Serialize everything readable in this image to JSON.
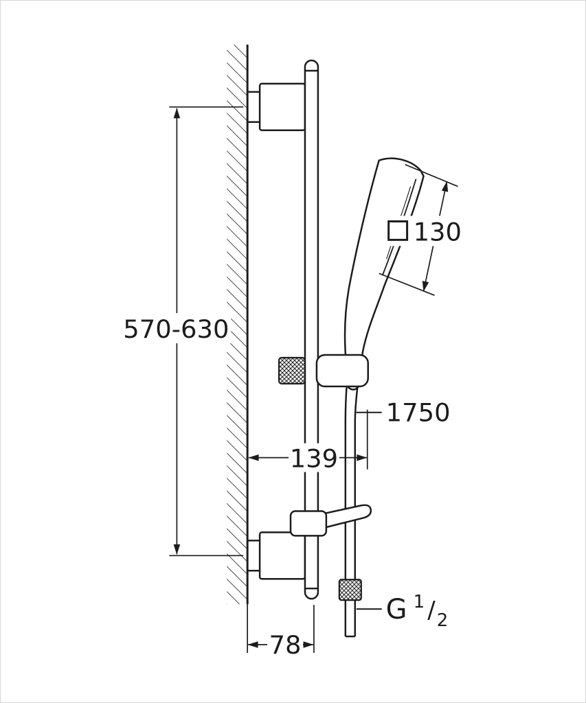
{
  "drawing": {
    "labels": {
      "rail_span": "570-630",
      "head_size": "130",
      "hose_length": "1750",
      "offset_width": "139",
      "wall_offset": "78",
      "thread_letter": "G",
      "thread_numerator": "1",
      "thread_slash": "/",
      "thread_denominator": "2"
    },
    "icons": {
      "head_dimension_symbol": "square-outline"
    },
    "colors": {
      "line": "#1c1c1c",
      "background": "#ffffff"
    }
  }
}
